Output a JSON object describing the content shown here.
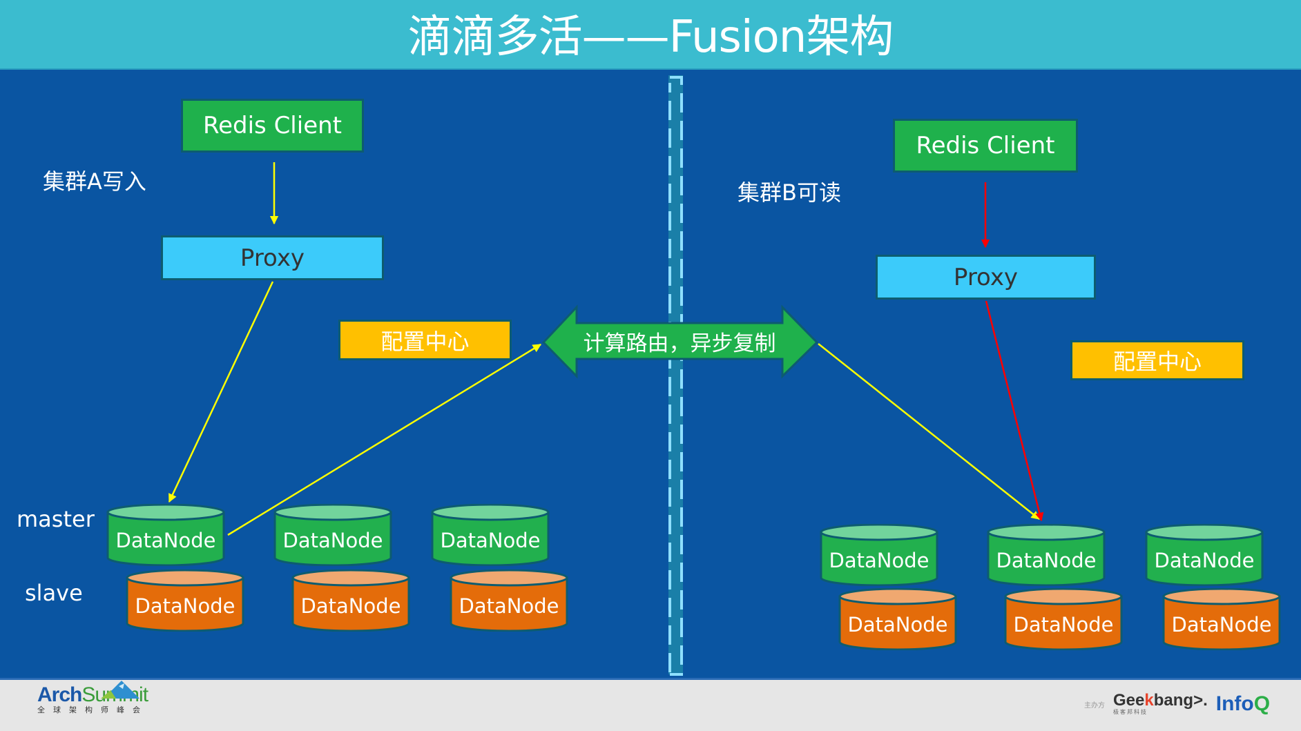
{
  "header": {
    "title": "滴滴多活——Fusion架构"
  },
  "cluster_a": {
    "label": "集群A写入",
    "client": "Redis Client",
    "proxy": "Proxy",
    "config": "配置中心",
    "role_master": "master",
    "role_slave": "slave",
    "masters": [
      "DataNode",
      "DataNode",
      "DataNode"
    ],
    "slaves": [
      "DataNode",
      "DataNode",
      "DataNode"
    ],
    "flow_color": "#ffff00"
  },
  "cluster_b": {
    "label": "集群B可读",
    "client": "Redis Client",
    "proxy": "Proxy",
    "config": "配置中心",
    "masters": [
      "DataNode",
      "DataNode",
      "DataNode"
    ],
    "slaves": [
      "DataNode",
      "DataNode",
      "DataNode"
    ],
    "flow_color": "#ff0000"
  },
  "link": {
    "label": "计算路由，异步复制"
  },
  "colors": {
    "header": "#3bbccf",
    "background": "#0a55a2",
    "client": "#1fb14c",
    "proxy": "#3ccbfa",
    "config": "#ffc000",
    "master_body": "#22b04e",
    "master_top": "#72d49c",
    "slave_body": "#e46c0a",
    "slave_top": "#f0a870"
  },
  "footer": {
    "left_logo_arch": "Arch",
    "left_logo_summit": "Summit",
    "left_logo_sub": "全球架构师峰会",
    "sponsor_label": "主办方",
    "geekbang_pre": "Gee",
    "geekbang_k": "k",
    "geekbang_post": "bang>.",
    "geekbang_sub": "极客邦科技",
    "infoq_pre": "Info",
    "infoq_q": "Q"
  }
}
